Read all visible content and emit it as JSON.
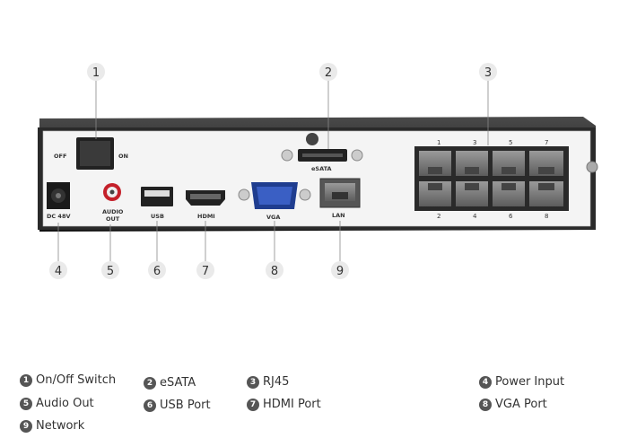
{
  "diagram": {
    "callouts": [
      "1",
      "2",
      "3",
      "4",
      "5",
      "6",
      "7",
      "8",
      "9"
    ],
    "panel": {
      "switch_off": "OFF",
      "switch_on": "ON",
      "esata": "eSATA",
      "dc": "DC 48V",
      "audio": "AUDIO",
      "audio_out": "OUT",
      "usb": "USB",
      "hdmi": "HDMI",
      "vga": "VGA",
      "lan": "LAN",
      "rj45_top": [
        "1",
        "3",
        "5",
        "7"
      ],
      "rj45_bottom": [
        "2",
        "4",
        "6",
        "8"
      ]
    }
  },
  "legend": [
    {
      "num": "1",
      "label": "On/Off Switch"
    },
    {
      "num": "2",
      "label": "eSATA"
    },
    {
      "num": "3",
      "label": "RJ45"
    },
    {
      "num": "4",
      "label": "Power Input"
    },
    {
      "num": "5",
      "label": "Audio Out"
    },
    {
      "num": "6",
      "label": "USB Port"
    },
    {
      "num": "7",
      "label": "HDMI Port"
    },
    {
      "num": "8",
      "label": "VGA Port"
    },
    {
      "num": "9",
      "label": "Network"
    }
  ],
  "colors": {
    "chassis": "#2b2b2b",
    "panel": "#f4f4f4",
    "callout_fill": "#eaeaea",
    "badge": "#555555"
  }
}
